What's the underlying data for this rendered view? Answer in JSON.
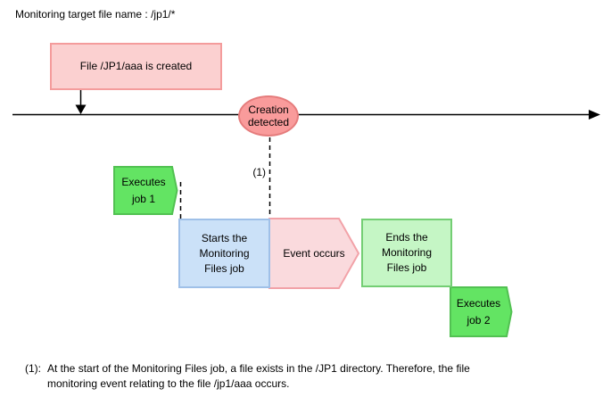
{
  "page": {
    "title": "Monitoring target file name : /jp1/*"
  },
  "diagram": {
    "created_box": {
      "label": "File /JP1/aaa is created"
    },
    "creation_ellipse": {
      "label": "Creation\ndetected"
    },
    "ref_marker": "(1)",
    "executes_job1": {
      "label": "Executes\njob 1"
    },
    "starts_box": {
      "label": "Starts the\nMonitoring\nFiles job"
    },
    "event_occurs": {
      "label": "Event occurs"
    },
    "ends_box": {
      "label": "Ends the\nMonitoring\nFiles job"
    },
    "executes_job2": {
      "label": "Executes\njob 2"
    }
  },
  "note": {
    "prefix": "(1):",
    "text": "At the start of the Monitoring Files job, a file exists in the /JP1 directory. Therefore, the file\nmonitoring event relating to the file /jp1/aaa occurs."
  },
  "colors": {
    "file_created_box_fill": "#FBD0D0",
    "file_created_box_border": "#F49C9C",
    "creation_ellipse_fill": "#F99B9B",
    "creation_ellipse_border": "#E57C7C",
    "starts_box_fill": "#CBE1F8",
    "starts_box_border": "#9FC0E8",
    "event_occurs_fill": "#FADADD",
    "event_occurs_border": "#F2A2A8",
    "ends_box_fill": "#C5F6C5",
    "ends_box_border": "#74CE74",
    "executes_job_fill": "#63E463",
    "executes_job_border": "#52C152",
    "line_color": "#000000"
  }
}
